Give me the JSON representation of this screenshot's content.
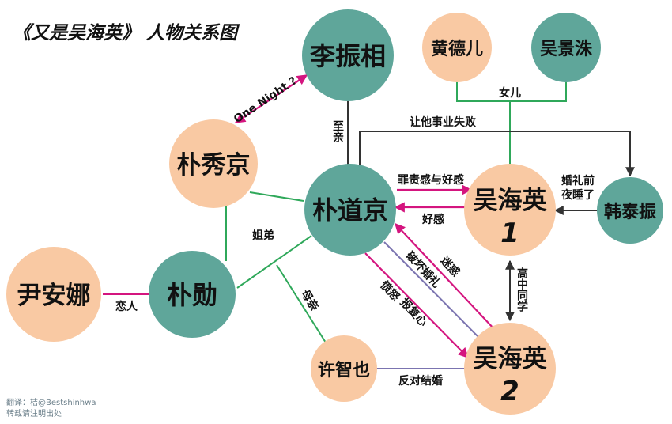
{
  "title": "《又是吴海英》 人物关系图",
  "credits": {
    "line1": "翻译：桔@Bestshinhwa",
    "line2": "转载请注明出处"
  },
  "colors": {
    "teal": "#5fa69a",
    "peach": "#f9c9a3",
    "magenta": "#d4157f",
    "green": "#2fa85a",
    "purple": "#7b74b0",
    "dark": "#333333"
  },
  "nodes": {
    "li_zhenxiang": "李振相",
    "huang_deer": "黄德儿",
    "wu_jingzhu": "吴景洙",
    "piao_xiujing": "朴秀京",
    "piao_daojing": "朴道京",
    "wu_haiying_1_name": "吴海英",
    "wu_haiying_1_num": "1",
    "han_taizhen": "韩泰振",
    "yin_anna": "尹安娜",
    "piao_xun": "朴勋",
    "xu_zhiye": "许智也",
    "wu_haiying_2_name": "吴海英",
    "wu_haiying_2_num": "2"
  },
  "edge_labels": {
    "one_night": "One Night ?",
    "zhiqin": "至亲",
    "daughter": "女儿",
    "made_fail": "让他事业失败",
    "guilt_affection": "罪责感与好感",
    "affection": "好感",
    "wedding_line1": "婚礼前",
    "wedding_line2": "夜睡了",
    "sibling": "姐弟",
    "lovers": "恋人",
    "mother_son": "母亲",
    "classmates": "高中同学",
    "confused": "迷惑",
    "broke_wedding": "破坏婚礼",
    "anger": "愤怒",
    "revenge": "报复心",
    "oppose_marriage": "反对结婚"
  }
}
